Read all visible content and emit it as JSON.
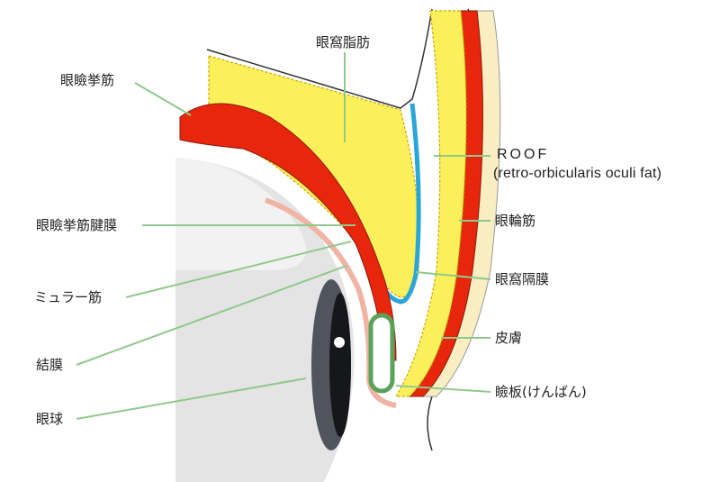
{
  "labels": {
    "levator": "眼瞼挙筋",
    "orbital_fat": "眼窩脂肪",
    "roof_title": "ROOF",
    "roof_sub": "(retro-orbicularis oculi fat)",
    "levator_aponeurosis": "眼瞼挙筋腱膜",
    "orbicularis": "眼輪筋",
    "muller": "ミュラー筋",
    "septum": "眼窩隔膜",
    "conjunctiva": "結膜",
    "skin": "皮膚",
    "eyeball": "眼球",
    "tarsus": "瞼板(けんばん)"
  },
  "colors": {
    "muscle_red": "#e8260c",
    "fat_yellow": "#fbf05a",
    "skin_cream": "#f8eec2",
    "septum_blue": "#2aa6d6",
    "tarsus_green": "#5aa15a",
    "conjunctiva_pink": "#f0b4a4",
    "leader_green": "#8fc98a",
    "eyeball_gray": "#e2e2e2"
  }
}
